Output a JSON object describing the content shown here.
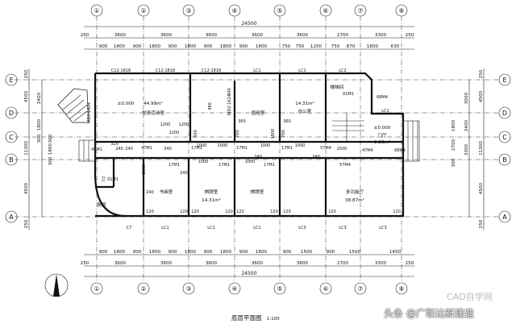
{
  "drawing": {
    "title": "底层平面图",
    "scale": "1:100",
    "watermark_top": "CAD自学网",
    "watermark_bottom": "头条 @广联达新建造"
  },
  "grid": {
    "columns": [
      "①",
      "②",
      "③",
      "④",
      "⑤",
      "⑥",
      "⑦",
      "⑧"
    ],
    "rows": [
      "E",
      "D",
      "C",
      "B",
      "A"
    ]
  },
  "dims": {
    "top_total": "24500",
    "bottom_total": "24500",
    "top_spans": [
      "3600",
      "3600",
      "3600",
      "3600",
      "3600",
      "2700",
      "3300"
    ],
    "bottom_spans": [
      "3600",
      "3600",
      "3600",
      "3600",
      "3600",
      "2700",
      "3300"
    ],
    "top_detail": [
      "900",
      "1800",
      "900",
      "1800",
      "900",
      "1800",
      "900",
      "1800",
      "900",
      "1800",
      "750",
      "750",
      "1200",
      "750",
      "870",
      "1800",
      "630"
    ],
    "bottom_detail": [
      "900",
      "1800",
      "900",
      "1800",
      "900",
      "1800",
      "900",
      "1800",
      "900",
      "1800",
      "900",
      "1500",
      "900",
      "1500",
      "1450"
    ],
    "top_end": "250",
    "bottom_end": "250",
    "left_outer": [
      "250",
      "4500",
      "11300",
      "4500",
      "250"
    ],
    "left_inner": [
      "2400",
      "1800",
      "300",
      "300",
      "1800",
      "300"
    ],
    "right_outer": [
      "250",
      "4500",
      "11300",
      "4500",
      "250"
    ],
    "right_inner": [
      "3000",
      "2400",
      "3300",
      "2700"
    ],
    "right_misc": [
      "1800",
      "300"
    ]
  },
  "rooms": {
    "r1": "44.99m²",
    "r1_name": "党员活动室",
    "r2_name": "值班室",
    "r3_area": "14.31m²",
    "r3_name": "办公室",
    "r4_name": "厨房",
    "r5_name": "卫",
    "r6_name": "门厅",
    "r6_area": "9.36m²",
    "r7_name": "书画室",
    "r8_name": "棋牌室",
    "r8_area": "14.31m²",
    "r9_name": "棋牌室",
    "r10_name": "多功能厅",
    "r10_area": "38.87m²",
    "r11_name": "厨房",
    "elev_a": "±0.000",
    "elev_b": "±0.000",
    "stair_label": "楼梯间"
  },
  "openings": {
    "c12_1": "C12-1818",
    "c12_2": "C12-1818",
    "c12_3": "C12-1818",
    "lc1_a": "LC1",
    "lc1_b": "LC1",
    "lc2": "LC2",
    "lc1_c": "LC1",
    "c7": "C7",
    "lc1_d": "LC1",
    "lc1_e": "LC1",
    "lc1_f": "LC1",
    "lc3_a": "LC3",
    "lc3_b": "LC3",
    "lc3_c": "LC3",
    "m1": "47M1",
    "m2": "47M1",
    "m3": "17M1",
    "m4": "17M1",
    "m5": "17M1",
    "m6": "57M4",
    "m7": "17M1",
    "m8": "17M1",
    "m9": "17M1",
    "m10": "57M4",
    "m11": "01M1",
    "m12": "01M1",
    "m13": "47M4",
    "m14": "68M4",
    "m15": "68M4",
    "m16": "MD2-1824",
    "m17": "MD2-1624",
    "small_1200a": "1200",
    "small_1200b": "1200",
    "small_1200c": "1200",
    "small_1000a": "1000",
    "small_1000b": "1000",
    "small_1000c": "1000",
    "small_1000d": "1000",
    "small_1000e": "1000",
    "small_1000f": "1000",
    "small_1500": "1500",
    "small_120a": "120",
    "small_120b": "120",
    "small_120c": "120",
    "small_120d": "120",
    "small_120e": "120",
    "small_120f": "120",
    "small_120g": "120",
    "small_120h": "120",
    "small_120i": "120",
    "small_240a": "240",
    "small_240b": "240",
    "small_240c": "240",
    "small_240d": "240",
    "small_240e": "240",
    "small_240f": "240",
    "small_240g": "240",
    "small_320": "320",
    "small_360a": "360",
    "small_360b": "360",
    "small_480": "480",
    "small_440": "440",
    "small_600": "600",
    "small_1800": "1800",
    "small_2000": "2000",
    "small_700a": "700",
    "small_700b": "700"
  }
}
